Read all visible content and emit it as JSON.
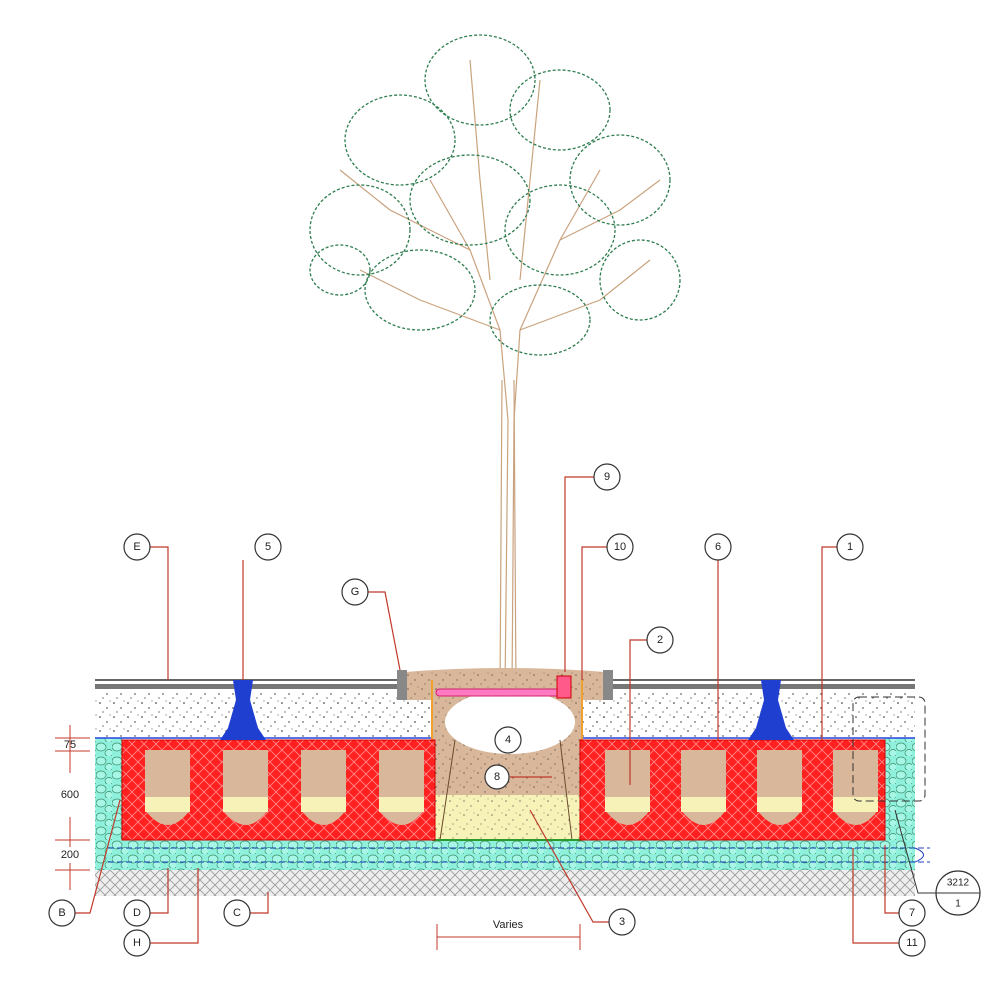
{
  "title": "Tree pit with soil cell section",
  "callouts": {
    "E": "E",
    "five": "5",
    "G": "G",
    "nine": "9",
    "ten": "10",
    "six": "6",
    "one": "1",
    "two": "2",
    "four": "4",
    "eight": "8",
    "B": "B",
    "D": "D",
    "C": "C",
    "H": "H",
    "three": "3",
    "seven": "7",
    "eleven": "11"
  },
  "section_ref": {
    "sheet": "3212",
    "detail": "1"
  },
  "dimensions": {
    "d75": "75",
    "d600": "600",
    "d200": "200",
    "varies": "Varies"
  },
  "colors": {
    "cell": "#ff1a1a",
    "gravel": "#8ff0dc",
    "soil": "#d9b79a",
    "sand": "#f7f2b8",
    "pipe": "#1e3fd0",
    "leader": "#c0392b",
    "foliage": "#2e7d4f",
    "branch": "#c9a27e"
  }
}
